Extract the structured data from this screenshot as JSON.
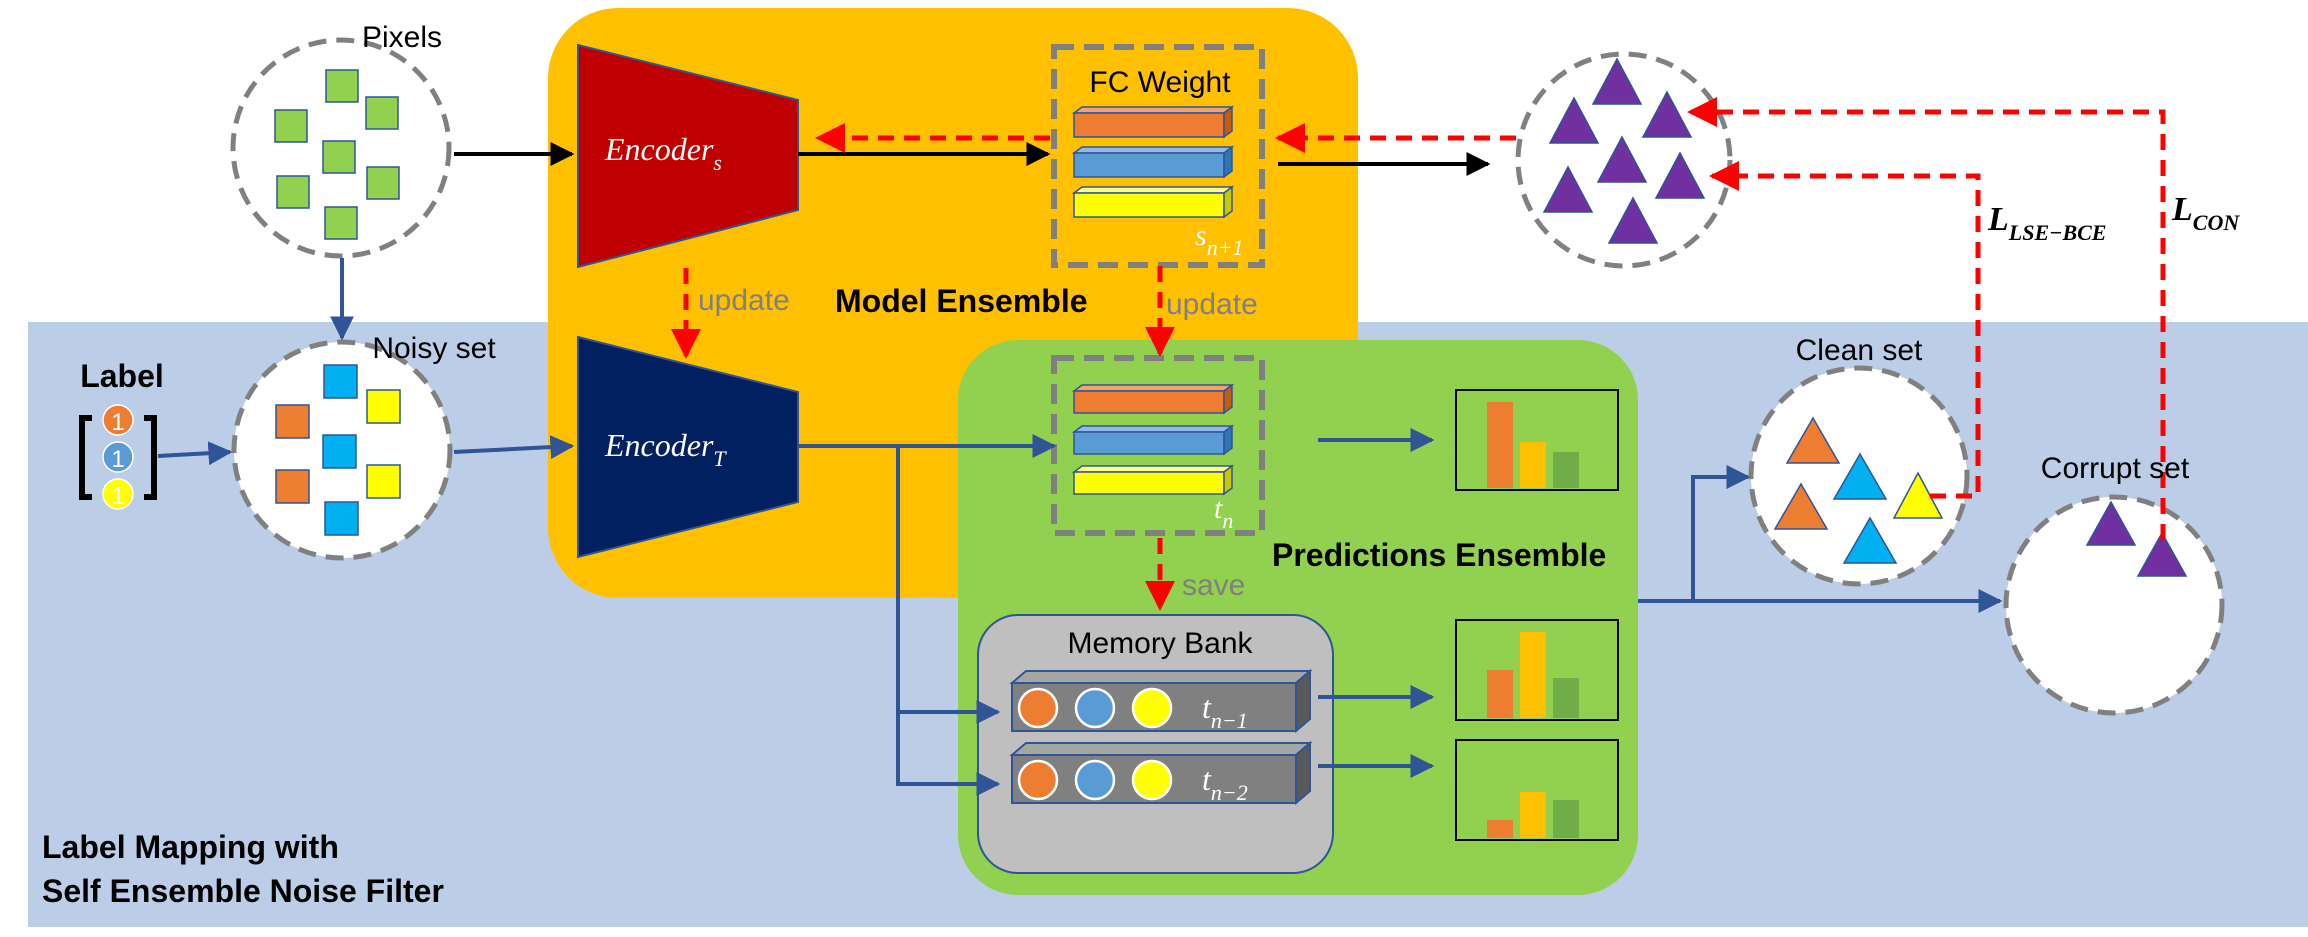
{
  "labels": {
    "pixels": "Pixels",
    "noisy_set": "Noisy set",
    "label": "Label",
    "label_values": [
      "1",
      "1",
      "1"
    ],
    "encoder_s_main": "Encoder",
    "encoder_s_sub": "s",
    "encoder_t_main": "Encoder",
    "encoder_t_sub": "T",
    "fc_weight": "FC Weight",
    "s_main": "s",
    "s_sub": "n+1",
    "t_main": "t",
    "t_sub": "n",
    "update_left": "update",
    "update_right": "update",
    "model_ensemble": "Model Ensemble",
    "predictions_ensemble": "Predictions Ensemble",
    "save": "save",
    "memory_bank": "Memory Bank",
    "tn1_main": "t",
    "tn1_sub": "n−1",
    "tn2_main": "t",
    "tn2_sub": "n−2",
    "clean_set": "Clean set",
    "corrupt_set": "Corrupt set",
    "loss_lse_main": "L",
    "loss_lse_sub": "LSE−BCE",
    "loss_con_main": "L",
    "loss_con_sub": "CON",
    "footer_line1": "Label Mapping with",
    "footer_line2": "Self Ensemble Noise Filter"
  },
  "colors": {
    "blue_region": "#bccde8",
    "model_ensemble": "#ffc000",
    "predictions_ensemble": "#92d050",
    "memory_bank": "#bfbfbf",
    "encoder_s": "#c00000",
    "encoder_t": "#002060",
    "arrow_blue": "#2f5597",
    "arrow_red": "#ff0000",
    "orange": "#ed7d31",
    "blue": "#5b9bd5",
    "yellow": "#ffff00",
    "green": "#92d050",
    "cyan": "#00b0f0",
    "purple": "#7030a0"
  }
}
